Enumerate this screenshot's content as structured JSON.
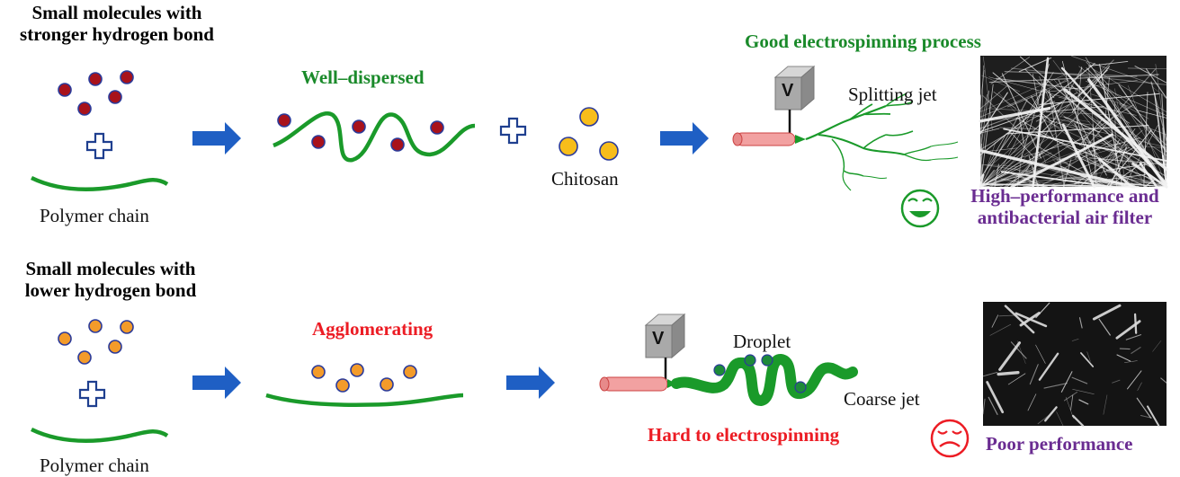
{
  "colors": {
    "polymer": "#1a9a2a",
    "arrow": "#1f5fc4",
    "plus": "#1f3f8f",
    "red_molecule": "#a8121b",
    "orange_molecule": "#f39b2a",
    "chitosan": "#f7bd1b",
    "droplet": "#1d8a3a",
    "good_text": "#1a8a2a",
    "bad_text": "#ec1c24",
    "outcome_text": "#6a2c91",
    "needle": "#f2a1a1"
  },
  "top_row": {
    "title_line1": "Small molecules with",
    "title_line2": "stronger hydrogen bond",
    "polymer_label": "Polymer chain",
    "state_label": "Well–dispersed",
    "chitosan_label": "Chitosan",
    "process_label": "Good electrospinning process",
    "jet_label": "Splitting jet",
    "voltage_label": "V",
    "outcome_line1": "High–performance and",
    "outcome_line2": "antibacterial air filter",
    "face_icon": "smiling-face-icon"
  },
  "bottom_row": {
    "title_line1": "Small molecules with",
    "title_line2": "lower hydrogen bond",
    "polymer_label": "Polymer chain",
    "state_label": "Agglomerating",
    "droplet_label": "Droplet",
    "jet_label": "Coarse jet",
    "process_label": "Hard to electrospinning",
    "voltage_label": "V",
    "outcome_label": "Poor performance",
    "face_icon": "sad-face-icon"
  }
}
